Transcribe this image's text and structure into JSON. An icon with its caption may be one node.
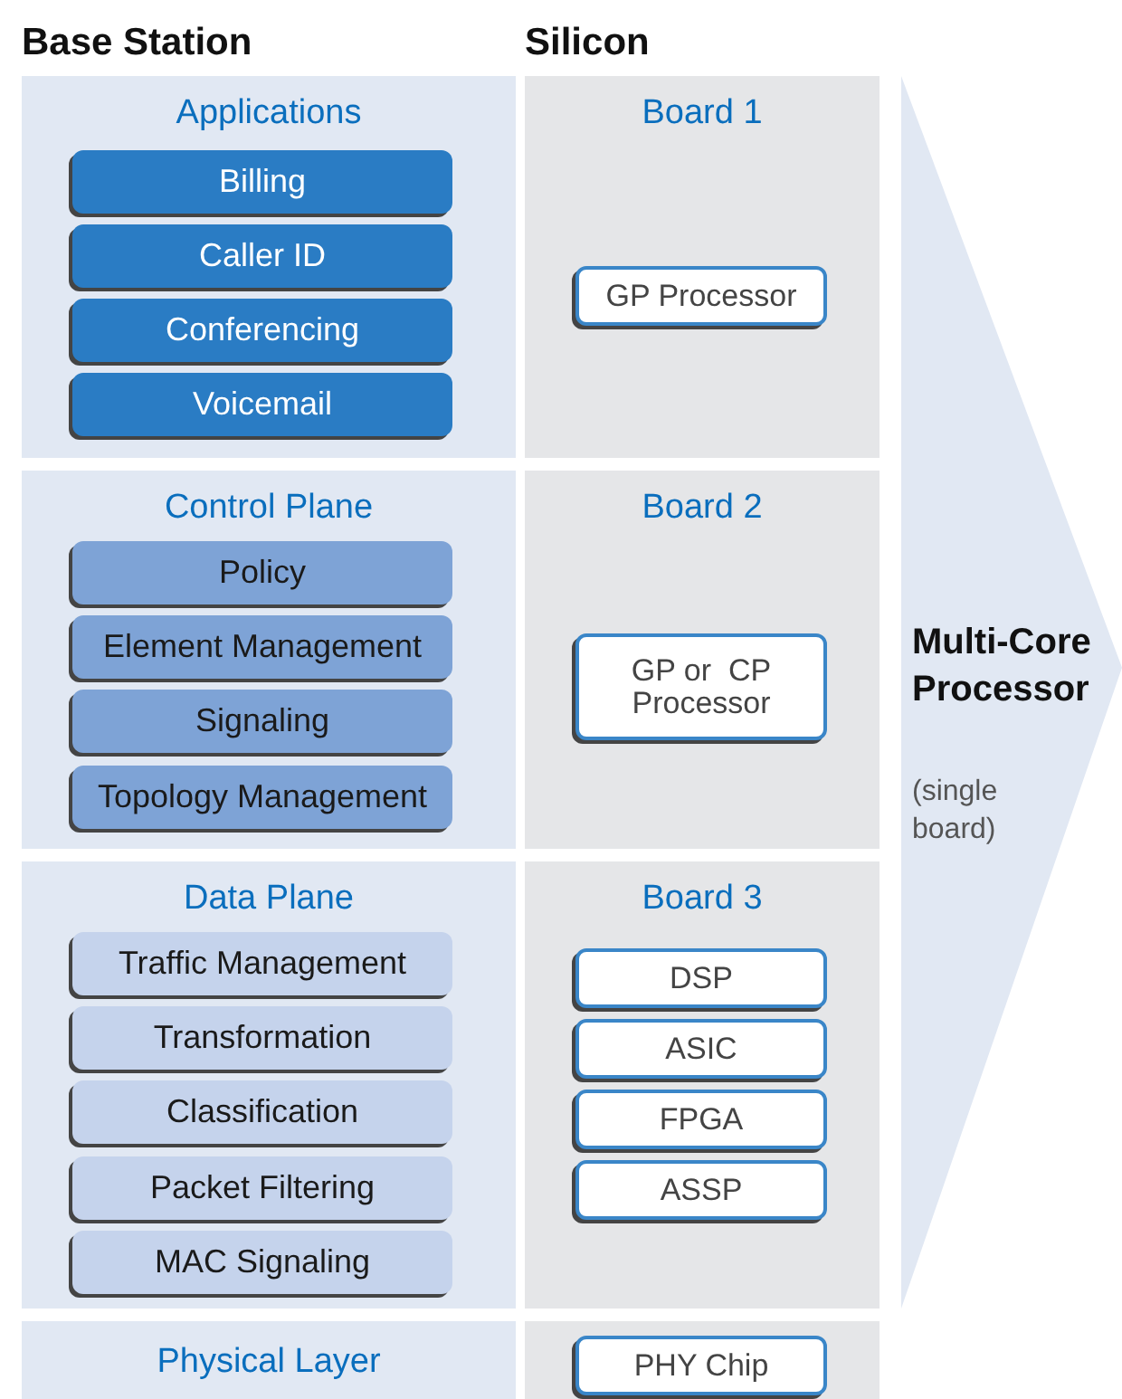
{
  "diagram": {
    "nodes": [
      {
        "text": [
          "Applications"
        ]
      },
      {
        "text": [
          "Billing"
        ],
        "in": 0
      },
      {
        "text": [
          "Caller ID"
        ],
        "in": 0
      },
      {
        "text": [
          "Conferencing"
        ],
        "in": 0
      },
      {
        "text": [
          "Voicemail"
        ],
        "in": 0
      },
      {
        "text": [
          "Board 1"
        ]
      },
      {
        "text": [
          "GP Processor"
        ],
        "in": 5
      },
      {
        "text": [
          "Control Plane"
        ]
      },
      {
        "text": [
          "Policy"
        ],
        "in": 7
      },
      {
        "text": [
          "Element Management"
        ],
        "in": 7
      },
      {
        "text": [
          "Signaling"
        ],
        "in": 7
      },
      {
        "text": [
          "Topology Management"
        ],
        "in": 7
      },
      {
        "text": [
          "Board 2"
        ]
      },
      {
        "text": [
          "GP or  CP Processor"
        ],
        "in": 12
      },
      {
        "text": [
          "Data Plane"
        ]
      },
      {
        "text": [
          "Traffic Management"
        ],
        "in": 14
      },
      {
        "text": [
          "Transformation"
        ],
        "in": 14
      },
      {
        "text": [
          "Classification"
        ],
        "in": 14
      },
      {
        "text": [
          "Packet Filtering"
        ],
        "in": 14
      },
      {
        "text": [
          "MAC Signaling"
        ],
        "in": 14
      },
      {
        "text": [
          "Board 3"
        ]
      },
      {
        "text": [
          "DSP"
        ],
        "in": 20
      },
      {
        "text": [
          "ASIC"
        ],
        "in": 20
      },
      {
        "text": [
          "FPGA"
        ],
        "in": 20
      },
      {
        "text": [
          "ASSP"
        ],
        "in": 20
      },
      {
        "text": [
          "Physical Layer"
        ]
      },
      {
        "text": [],
        "shape": "box"
      },
      {
        "text": [
          "PHY Chip"
        ],
        "in": 26
      },
      {
        "text": [
          "Multi-Core Processor",
          "(single board)"
        ]
      }
    ],
    "edges": [],
    "labels": [
      "Base Station",
      "Silicon"
    ]
  }
}
